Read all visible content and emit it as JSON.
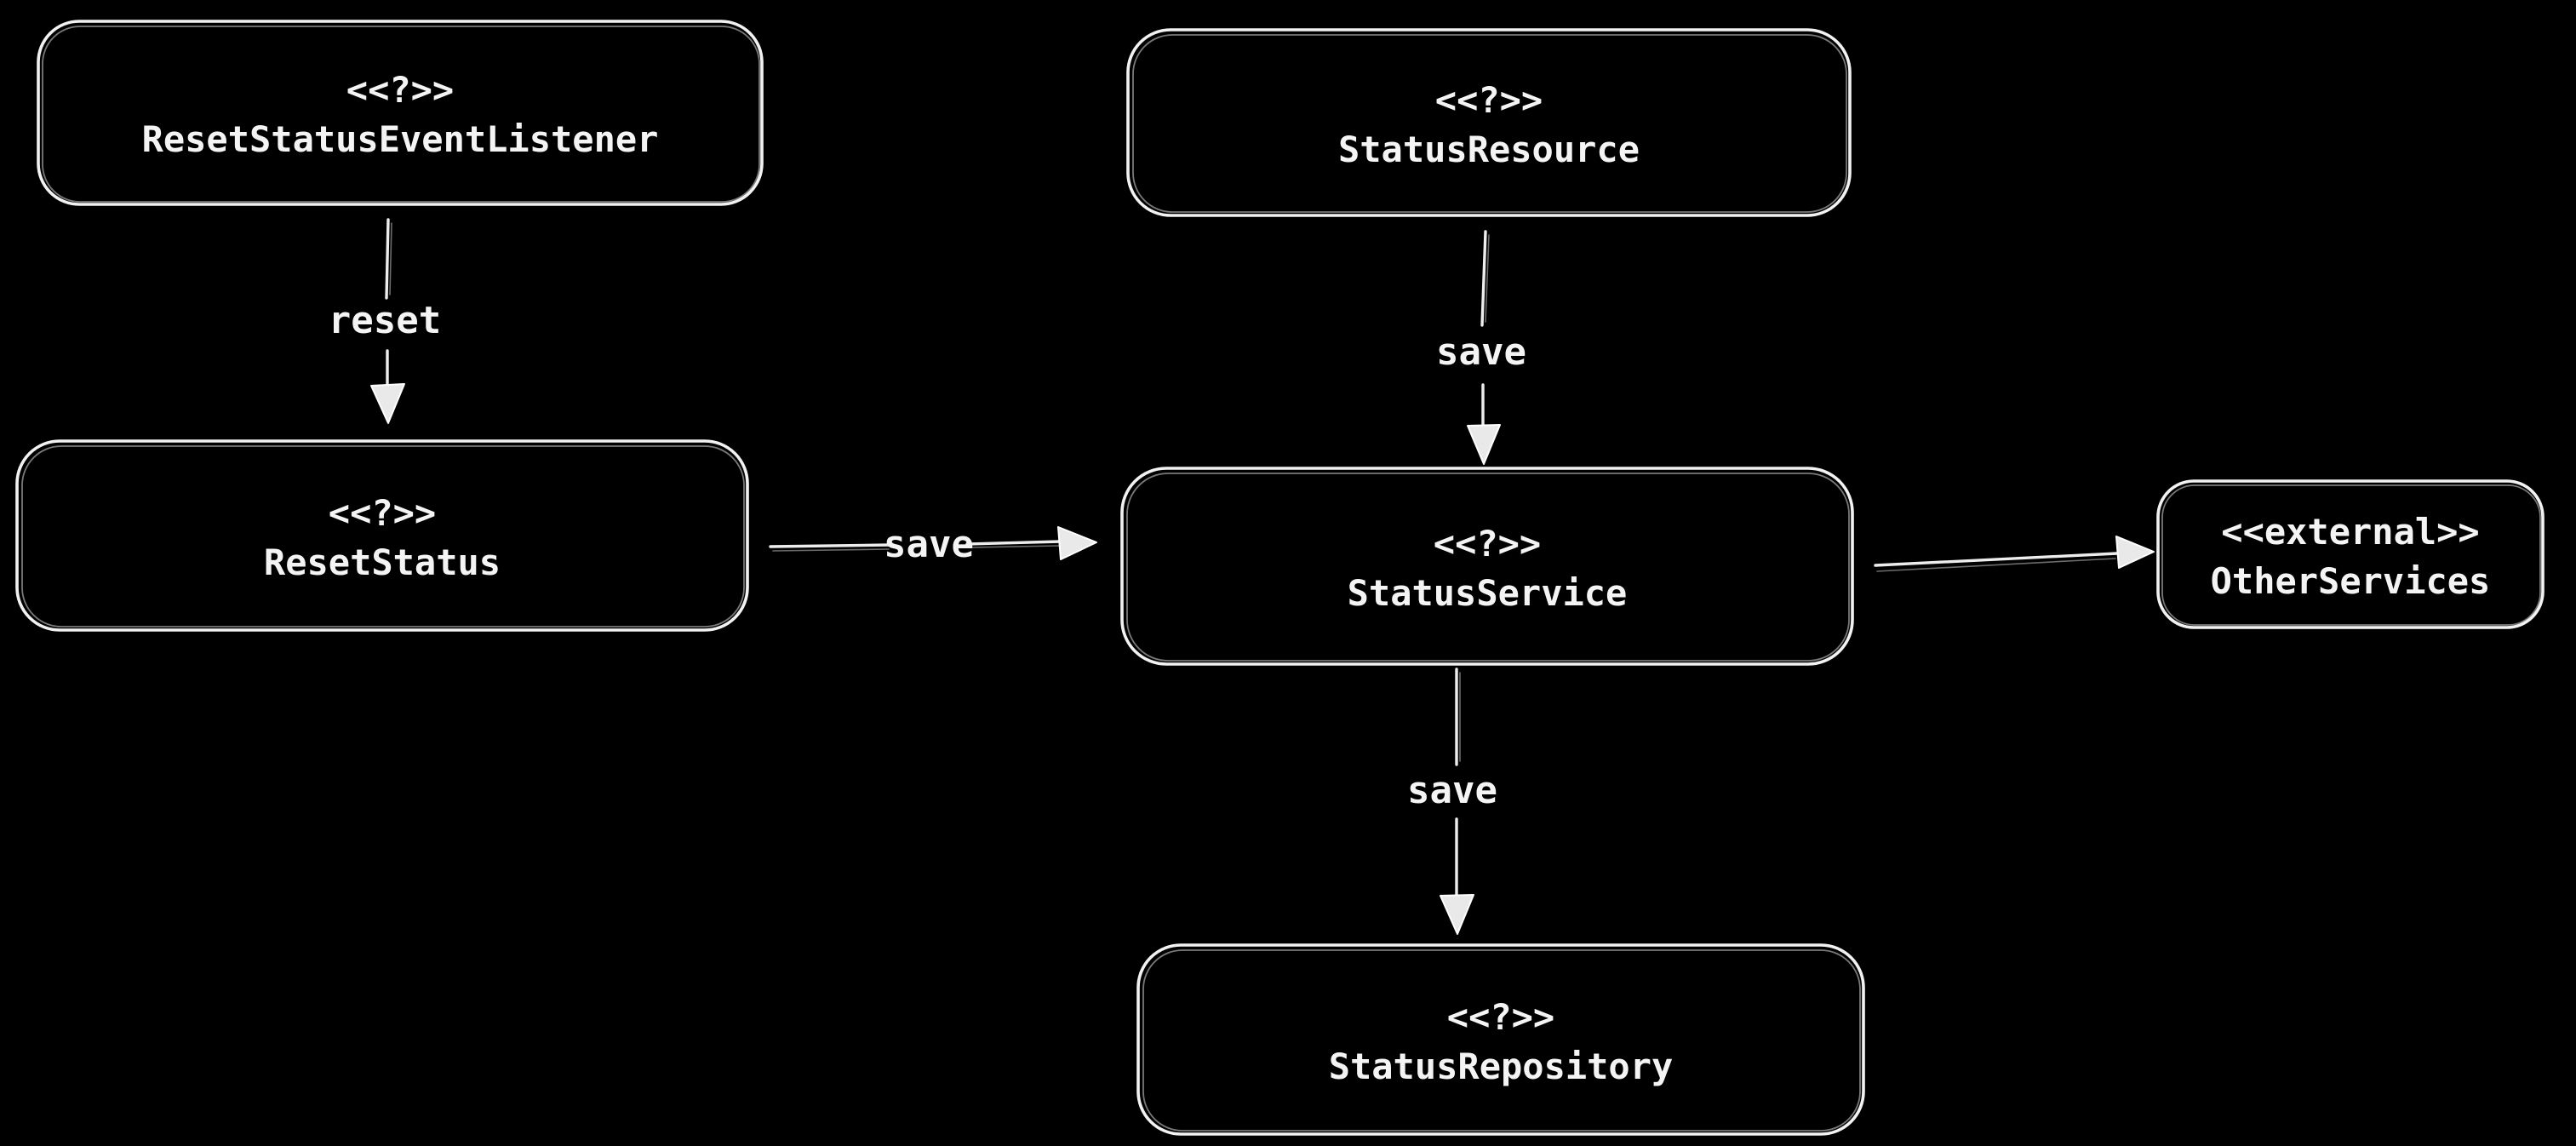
{
  "canvas": {
    "background_color": "#000000",
    "stroke_color": "#f2f2f2",
    "text_color": "#f4f4f4",
    "style": "hand-drawn-sketch"
  },
  "diagram": {
    "type": "component-dependency-diagram",
    "nodes": [
      {
        "id": "reset-status-event-listener",
        "stereotype": "<<?>>",
        "name": "ResetStatusEventListener"
      },
      {
        "id": "status-resource",
        "stereotype": "<<?>>",
        "name": "StatusResource"
      },
      {
        "id": "reset-status",
        "stereotype": "<<?>>",
        "name": "ResetStatus"
      },
      {
        "id": "status-service",
        "stereotype": "<<?>>",
        "name": "StatusService"
      },
      {
        "id": "other-services",
        "stereotype": "<<external>>",
        "name": "OtherServices"
      },
      {
        "id": "status-repository",
        "stereotype": "<<?>>",
        "name": "StatusRepository"
      }
    ],
    "edges": [
      {
        "from": "ResetStatusEventListener",
        "to": "ResetStatus",
        "label": "reset"
      },
      {
        "from": "StatusResource",
        "to": "StatusService",
        "label": "save"
      },
      {
        "from": "ResetStatus",
        "to": "StatusService",
        "label": "save"
      },
      {
        "from": "StatusService",
        "to": "StatusRepository",
        "label": "save"
      },
      {
        "from": "StatusService",
        "to": "OtherServices",
        "label": ""
      }
    ]
  }
}
